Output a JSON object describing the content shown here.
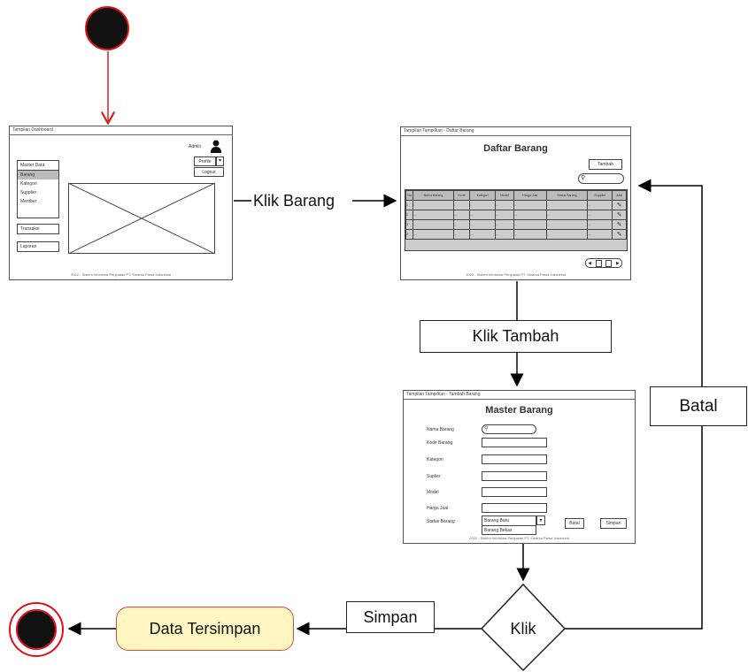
{
  "nodes": {
    "start": {
      "kind": "initial"
    },
    "dashboard": {
      "title": "Tampilan Dashboard",
      "admin_label": "Admin",
      "profile_label": "Profile",
      "logout_label": "Logout",
      "menu_header": "Master Data",
      "menu_items": [
        "Barang",
        "Kategori",
        "Supplier",
        "Member"
      ],
      "side_buttons": [
        "Transaksi",
        "Laporan"
      ],
      "footer": "2022 - Sistem Informasi Penjualan PT. Sinarsa Parsa Indonesia"
    },
    "daftar_barang": {
      "title": "Tampilan Tampilkan - Daftar Barang",
      "heading": "Daftar Barang",
      "add_button": "Tambah",
      "columns": [
        "No",
        "Nama Barang",
        "Kode",
        "Kategori",
        "Model",
        "Harga Jual",
        "Status Barang",
        "Supplier",
        "Aksi"
      ],
      "rows": [
        [
          "1",
          "...",
          "...",
          "...",
          "...",
          "...",
          "...",
          "...",
          ""
        ],
        [
          "2",
          "...",
          "...",
          "...",
          "...",
          "...",
          "...",
          "...",
          ""
        ],
        [
          "3",
          "...",
          "...",
          "...",
          "...",
          "...",
          "...",
          "...",
          ""
        ],
        [
          "4",
          "...",
          "...",
          "...",
          "...",
          "...",
          "...",
          "...",
          ""
        ]
      ],
      "footer": "2022 - Sistem Informasi Penjualan PT. Sinarsa Parsa Indonesia"
    },
    "master_barang": {
      "title": "Tampilan Tampilkan - Tambah Barang",
      "heading": "Master Barang",
      "fields": [
        "Nama Barang",
        "Kode Barang",
        "Kategori",
        "Suplier",
        "Model",
        "Harga Jual",
        "Status Barang"
      ],
      "status_options": [
        "Barang Baru",
        "Barang Bekas"
      ],
      "batal_label": "Batal",
      "simpan_label": "Simpan",
      "footer": "2022 - Sistem Informasi Penjualan PT. Sinarsa Parsa Indonesia"
    },
    "decision": {
      "label": "Klik"
    },
    "saved": {
      "label": "Data Tersimpan"
    },
    "end": {
      "kind": "final"
    }
  },
  "edges": {
    "klik_barang": "Klik Barang",
    "klik_tambah": "Klik Tambah",
    "batal": "Batal",
    "simpan": "Simpan"
  },
  "colors": {
    "initial_fill": "#e0101a",
    "arrow_red": "#d42424",
    "arrow_black": "#000000",
    "terminal_fill": "#fff6c2",
    "terminal_border": "#d94b4b"
  }
}
